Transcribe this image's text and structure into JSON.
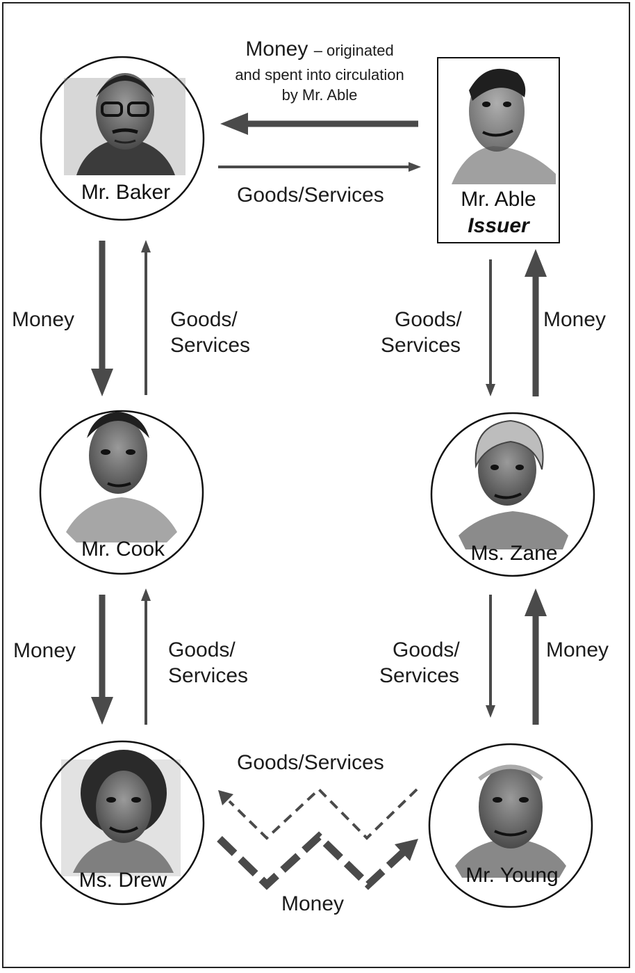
{
  "people": {
    "baker": {
      "name": "Mr. Baker",
      "portrait": "man-with-glasses-portrait"
    },
    "able": {
      "name": "Mr. Able",
      "role": "Issuer",
      "portrait": "smiling-man-portrait"
    },
    "cook": {
      "name": "Mr. Cook",
      "portrait": "young-man-portrait"
    },
    "zane": {
      "name": "Ms. Zane",
      "portrait": "woman-short-hair-portrait"
    },
    "drew": {
      "name": "Ms. Drew",
      "portrait": "woman-curly-hair-portrait"
    },
    "young": {
      "name": "Mr. Young",
      "portrait": "older-man-portrait"
    }
  },
  "top_flow": {
    "money_word": "Money",
    "money_note_1": "– originated",
    "money_note_2": "and spent into circulation",
    "money_note_3": "by Mr. Able",
    "goods": "Goods/Services"
  },
  "left_flows": {
    "money_1": "Money",
    "goods_1_line1": "Goods/",
    "goods_1_line2": "Services",
    "money_2": "Money",
    "goods_2_line1": "Goods/",
    "goods_2_line2": "Services"
  },
  "right_flows": {
    "money_1": "Money",
    "goods_1_line1": "Goods/",
    "goods_1_line2": "Services",
    "money_2": "Money",
    "goods_2_line1": "Goods/",
    "goods_2_line2": "Services"
  },
  "bottom_flow": {
    "goods": "Goods/Services",
    "money": "Money"
  },
  "colors": {
    "arrow": "#4a4a4a",
    "border": "#222222"
  }
}
